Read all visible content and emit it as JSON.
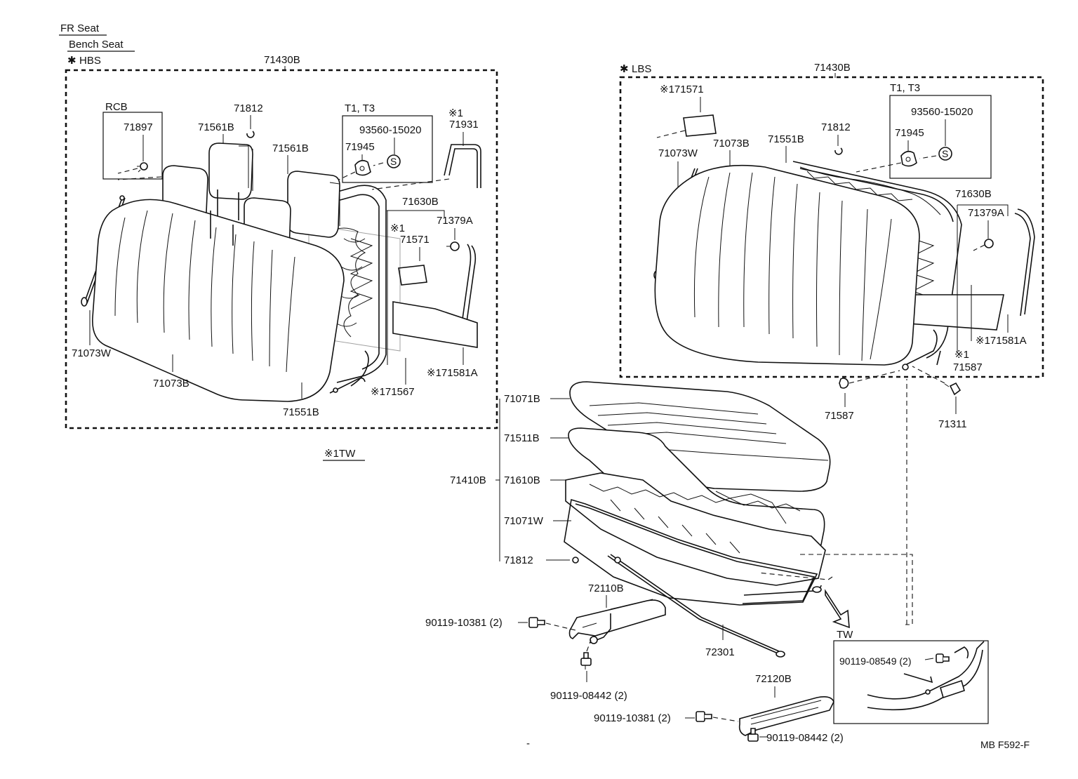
{
  "header": {
    "fr_seat": "FR Seat",
    "bench_seat": "Bench Seat",
    "hbs": "HBS",
    "lbs": "LBS",
    "footer_code": "MB F592-F"
  },
  "left_assembly": {
    "assembly_label": "71430B",
    "rcb_box_title": "RCB",
    "t1t3_box_title": "T1, T3",
    "tw_note": "※1TW",
    "parts": {
      "p71897": "71897",
      "p71812": "71812",
      "p71561B_a": "71561B",
      "p71561B_b": "71561B",
      "p93560": "93560-15020",
      "p71945": "71945",
      "note1_a": "※1",
      "p71931": "71931",
      "p71630B": "71630B",
      "note1_b": "※1",
      "p71379A": "71379A",
      "p71571": "71571",
      "p71073W": "71073W",
      "p71073B": "71073B",
      "p71551B": "71551B",
      "p71567": "※171567",
      "p71581A": "※171581A"
    }
  },
  "right_assembly": {
    "assembly_label": "71430B",
    "t1t3_box_title": "T1, T3",
    "parts": {
      "p71571": "※171571",
      "p93560": "93560-15020",
      "p71945": "71945",
      "p71812": "71812",
      "p71073W": "71073W",
      "p71073B": "71073B",
      "p71551B": "71551B",
      "p71630B": "71630B",
      "p71379A": "71379A",
      "p71581A": "※171581A",
      "note1": "※1",
      "p71587_in": "71587",
      "p71587_out": "71587",
      "p71311": "71311"
    }
  },
  "cushion": {
    "group_label": "71410B",
    "parts": {
      "p71071B": "71071B",
      "p71511B": "71511B",
      "p71610B": "71610B",
      "p71071W": "71071W",
      "p71812": "71812"
    }
  },
  "hardware": {
    "p72110B": "72110B",
    "p90119_10381_a": "90119-10381 (2)",
    "p90119_08442_a": "90119-08442 (2)",
    "p72301": "72301",
    "p72120B": "72120B",
    "p90119_10381_b": "90119-10381 (2)",
    "p90119_08442_b": "90119-08442 (2)",
    "tw_box_title": "TW",
    "p90119_08549": "90119-08549 (2)"
  }
}
